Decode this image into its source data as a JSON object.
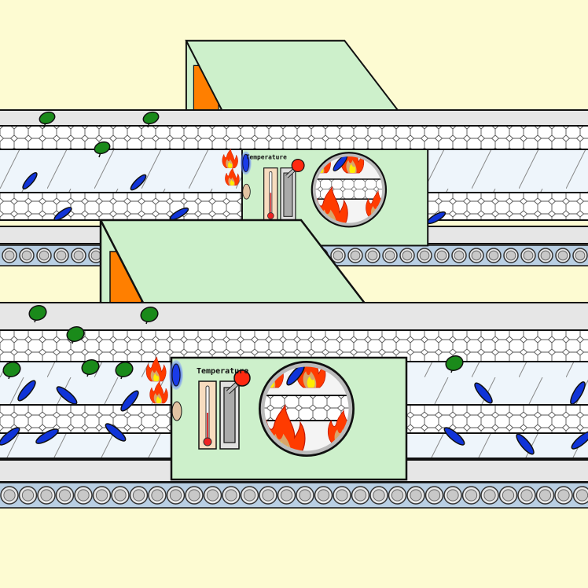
{
  "illustration": {
    "title": "Conveyor belt drying ovens",
    "ovens": [
      {
        "id": "upper",
        "gauge_label": "Temperature"
      },
      {
        "id": "lower",
        "gauge_label": "Temperature"
      }
    ]
  },
  "colors": {
    "background": "#fdfbd2",
    "oven_body": "#cdf0cb",
    "oven_opening": "#ff7f00",
    "rail": "#e6e6e6",
    "belt_clear": "#eef5fb",
    "roller_track": "#b9cfe3",
    "leaf_green": "#1a8a1a",
    "leaf_blue": "#1034d8",
    "flame_red": "#ff3b00",
    "flame_yellow": "#ffee00"
  }
}
